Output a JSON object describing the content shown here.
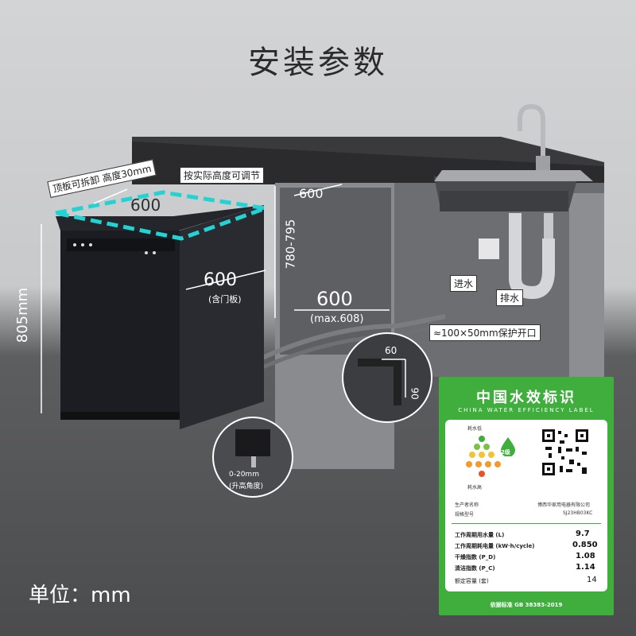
{
  "title": "安装参数",
  "unit": "单位：mm",
  "dims": {
    "top_panel_note": "顶板可拆卸 高度30mm",
    "adjust_note": "按实际高度可调节",
    "top_width": "600",
    "depth": "600",
    "depth_note": "(含门板)",
    "height": "805mm",
    "cabinet_height": "780-795",
    "cabinet_depth_top": "600",
    "cabinet_width": "600",
    "cabinet_width_note": "(max.608)",
    "inlet": "进水",
    "drain": "排水",
    "opening": "≈100×50mm保护开口",
    "notch_w": "60",
    "notch_h": "90",
    "foot_range": "0-20mm",
    "foot_note": "(升高角度)"
  },
  "efficiency_label": {
    "title": "中国水效标识",
    "subtitle": "CHINA WATER EFFICIENCY LABEL",
    "low_use": "耗水低",
    "high_use": "耗水高",
    "grade": "2级",
    "manufacturer_label": "生产者名称",
    "manufacturer": "博西华家用电器有限公司",
    "model_label": "规格型号",
    "model": "SJ23HB03KC",
    "rows": [
      {
        "label": "工作周期用水量 (L)",
        "value": "9.7"
      },
      {
        "label": "工作周期耗电量 (kW·h/cycle)",
        "value": "0.850"
      },
      {
        "label": "干燥指数 (P_D)",
        "value": "1.08"
      },
      {
        "label": "清洁指数 (P_C)",
        "value": "1.14"
      },
      {
        "label": "额定容量 (套)",
        "value": "14"
      }
    ],
    "footer": "依据标准 GB 38383-2019"
  },
  "colors": {
    "accent_dashed": "#22d3d3",
    "label_green": "#3fae3d",
    "appliance": "#1c1d22",
    "countertop": "#2a2a2c",
    "cabinet": "#7b7c80"
  }
}
